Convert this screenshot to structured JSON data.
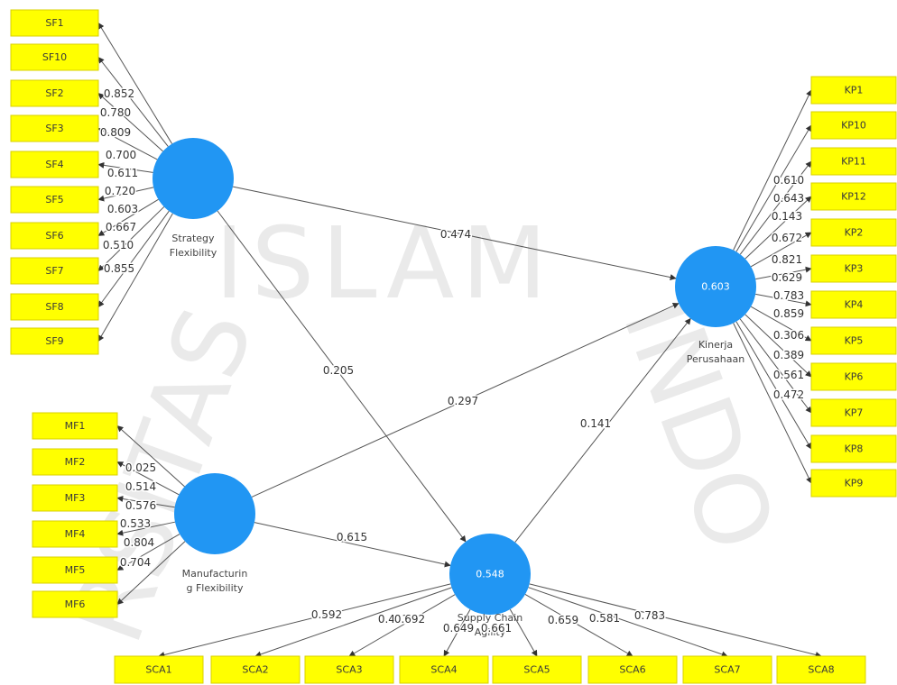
{
  "colors": {
    "indicator_fill": "#ffff00",
    "construct_fill": "#2196f3",
    "arrow": "#555555"
  },
  "watermark": {
    "word_top": "ISLAM",
    "word_left": "RSITAS",
    "word_right": "INDO"
  },
  "constructs": [
    {
      "id": "SF",
      "label_lines": [
        "Strategy",
        "Flexibility"
      ],
      "value": ""
    },
    {
      "id": "MF",
      "label_lines": [
        "Manufacturin",
        "g Flexibility"
      ],
      "value": ""
    },
    {
      "id": "SCA",
      "label_lines": [
        "Supply Chain",
        "Agility"
      ],
      "value": "0.548"
    },
    {
      "id": "KP",
      "label_lines": [
        "Kinerja",
        "Perusahaan"
      ],
      "value": "0.603"
    }
  ],
  "indicators": {
    "SF": [
      {
        "name": "SF1",
        "loading": "0.852"
      },
      {
        "name": "SF10",
        "loading": "0.780"
      },
      {
        "name": "SF2",
        "loading": "0.809"
      },
      {
        "name": "SF3",
        "loading": "0.700"
      },
      {
        "name": "SF4",
        "loading": "0.611"
      },
      {
        "name": "SF5",
        "loading": "0.720"
      },
      {
        "name": "SF6",
        "loading": "0.603"
      },
      {
        "name": "SF7",
        "loading": "0.667"
      },
      {
        "name": "SF8",
        "loading": "0.510"
      },
      {
        "name": "SF9",
        "loading": "0.855"
      }
    ],
    "MF": [
      {
        "name": "MF1",
        "loading": "0.025"
      },
      {
        "name": "MF2",
        "loading": "0.514"
      },
      {
        "name": "MF3",
        "loading": "0.576"
      },
      {
        "name": "MF4",
        "loading": "0.533"
      },
      {
        "name": "MF5",
        "loading": "0.804"
      },
      {
        "name": "MF6",
        "loading": "0.704"
      }
    ],
    "KP": [
      {
        "name": "KP1",
        "loading": "0.610"
      },
      {
        "name": "KP10",
        "loading": "0.643"
      },
      {
        "name": "KP11",
        "loading": "0.143"
      },
      {
        "name": "KP12",
        "loading": "0.672"
      },
      {
        "name": "KP2",
        "loading": "0.821"
      },
      {
        "name": "KP3",
        "loading": "0.629"
      },
      {
        "name": "KP4",
        "loading": "0.783"
      },
      {
        "name": "KP5",
        "loading": "0.859"
      },
      {
        "name": "KP6",
        "loading": "0.306"
      },
      {
        "name": "KP7",
        "loading": "0.389"
      },
      {
        "name": "KP8",
        "loading": "0.561"
      },
      {
        "name": "KP9",
        "loading": "0.472"
      }
    ],
    "SCA": [
      {
        "name": "SCA1",
        "loading": "0.592"
      },
      {
        "name": "SCA2",
        "loading": "0.413"
      },
      {
        "name": "SCA3",
        "loading": "0.692"
      },
      {
        "name": "SCA4",
        "loading": "0.649"
      },
      {
        "name": "SCA5",
        "loading": "0.661"
      },
      {
        "name": "SCA6",
        "loading": "0.659"
      },
      {
        "name": "SCA7",
        "loading": "0.581"
      },
      {
        "name": "SCA8",
        "loading": "0.783"
      }
    ]
  },
  "paths": [
    {
      "from": "SF",
      "to": "KP",
      "coefficient": "0.474"
    },
    {
      "from": "SF",
      "to": "SCA",
      "coefficient": "0.205"
    },
    {
      "from": "MF",
      "to": "KP",
      "coefficient": "0.297"
    },
    {
      "from": "MF",
      "to": "SCA",
      "coefficient": "0.615"
    },
    {
      "from": "SCA",
      "to": "KP",
      "coefficient": "0.141"
    }
  ]
}
